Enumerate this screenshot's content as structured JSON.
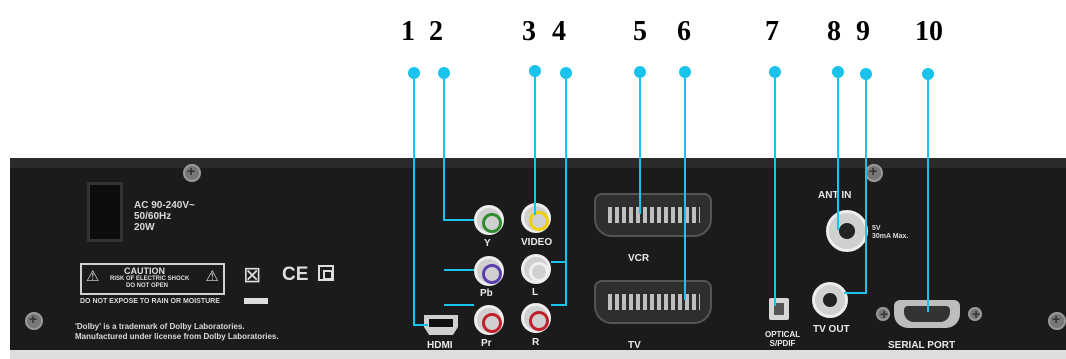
{
  "callouts": [
    "1",
    "2",
    "3",
    "4",
    "5",
    "6",
    "7",
    "8",
    "9",
    "10"
  ],
  "power": {
    "text": "AC 90-240V~\n50/60Hz\n20W"
  },
  "caution": {
    "title": "CAUTION",
    "sub1": "RISK OF ELECTRIC SHOCK",
    "sub2": "DO NOT OPEN",
    "bottom": "DO NOT EXPOSE TO RAIN OR MOISTURE"
  },
  "dolby_note": "'Dolby' is a trademark of Dolby Laboratories.\nManufactured under license from Dolby Laboratories.",
  "ce_mark": "CE",
  "labels": {
    "hdmi": "HDMI",
    "y": "Y",
    "pb": "Pb",
    "pr": "Pr",
    "video": "VIDEO",
    "l": "L",
    "r": "R",
    "vcr": "VCR",
    "tv": "TV",
    "optical": "OPTICAL\nS/PDIF",
    "ant_in": "ANT IN",
    "ant_spec": "5V\n30mA Max.",
    "tv_out": "TV OUT",
    "serial": "SERIAL PORT"
  },
  "colors": {
    "callout": "#19c3ec",
    "y": "#2e8b2e",
    "pb": "#5b3fae",
    "pr": "#c0202a",
    "video": "#f0d000",
    "l": "#e8e8e8",
    "r": "#c0202a"
  }
}
